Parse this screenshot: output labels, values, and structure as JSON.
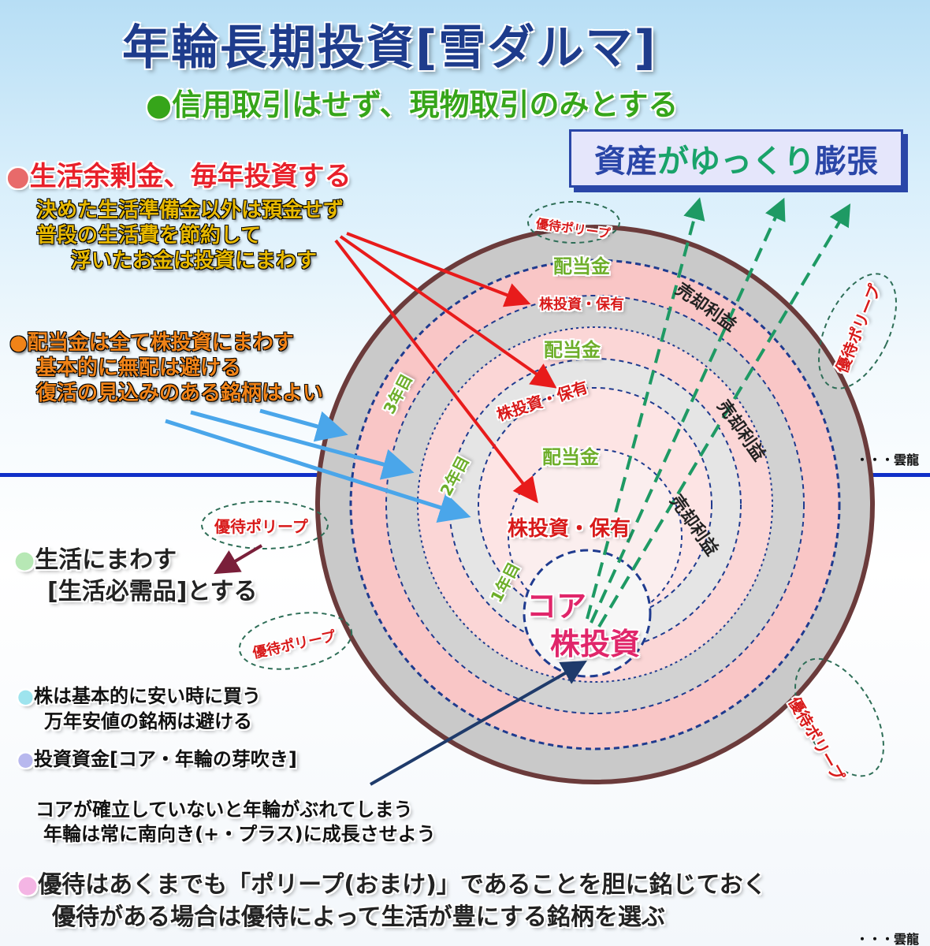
{
  "title": "年輪長期投資[雪ダルマ]",
  "subtitle": "●信用取引はせず、現物取引のみとする",
  "badge": {
    "text1": "資産",
    "text2": "が",
    "text3": "ゆっくり",
    "text4": "膨張",
    "colors": [
      "#2a46a8",
      "#19a36a",
      "#19a36a",
      "#2a46a8"
    ]
  },
  "left_top": {
    "bullet": "●",
    "heading": "生活余剰金、毎年投資する",
    "lines": [
      "決めた生活準備金以外は預金せず",
      "普段の生活費を節約して",
      "浮いたお金は投資にまわす"
    ]
  },
  "left_mid": {
    "bullet": "●",
    "lines": [
      "配当金は全て株投資にまわす",
      "基本的に無配は避ける",
      "復活の見込みのある銘柄はよい"
    ]
  },
  "life": {
    "bullet": "●",
    "lines": [
      "生活にまわす",
      "[生活必需品]とする"
    ]
  },
  "stock": {
    "bullet": "●",
    "lines": [
      "株は基本的に安い時に買う",
      "万年安値の銘柄は避ける"
    ]
  },
  "funds": {
    "bullet": "●",
    "text": "投資資金[コア・年輪の芽吹き]"
  },
  "core_note": {
    "lines": [
      "コアが確立していないと年輪がぶれてしまう",
      "年輪は常に南向き(+・プラス)に成長させよう"
    ]
  },
  "yutai_note": {
    "bullet": "●",
    "lines": [
      "優待はあくまでも「ポリープ(おまけ)」であることを胆に銘じておく",
      "優待がある場合は優待によって生活が豊にする銘柄を選ぶ"
    ]
  },
  "credit": "・・・雲龍",
  "circle": {
    "haito": "配当金",
    "kabu": "株投資・保有",
    "baikyaku": "売却利益",
    "year3": "3年目",
    "year2": "2年目",
    "year1": "1年目",
    "core1": "コア",
    "core2": "株投資"
  },
  "polyp": {
    "label": "優待ポリープ"
  },
  "colors": {
    "ring_gray": "#c9c9c9",
    "ring_pink": "#f9c6c6",
    "outline": "#6b3b3b",
    "dash_blue": "#1f3b8f",
    "arrow_green": "#1e9a64",
    "arrow_red": "#e81b1b",
    "arrow_blue": "#4aa6ea",
    "horizon": "#1030c8"
  }
}
